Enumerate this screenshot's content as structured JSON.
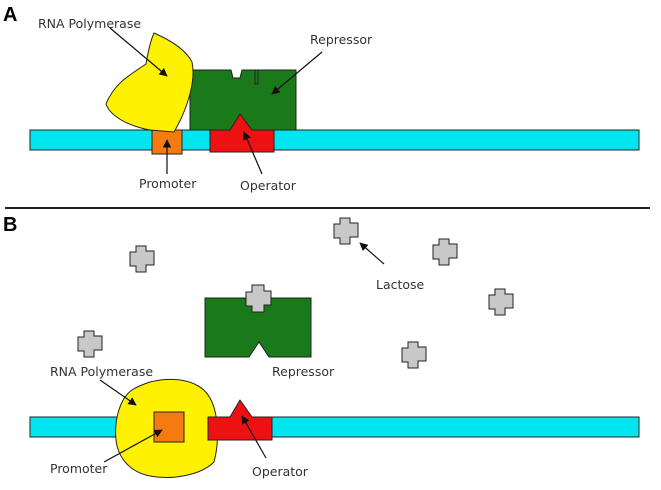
{
  "panels": [
    {
      "id": "A",
      "label": "A",
      "labels": {
        "rna_polymerase": "RNA Polymerase",
        "repressor": "Repressor",
        "promoter": "Promoter",
        "operator": "Operator"
      }
    },
    {
      "id": "B",
      "label": "B",
      "labels": {
        "lactose": "Lactose",
        "rna_polymerase": "RNA Polymerase",
        "repressor": "Repressor",
        "promoter": "Promoter",
        "operator": "Operator"
      }
    }
  ],
  "colors": {
    "dna": "#00e5f0",
    "promoter": "#f47b10",
    "operator": "#ee1111",
    "repressor": "#1a7a1a",
    "rna_polymerase": "#fff200",
    "lactose": "#c8c8c8",
    "divider": "#222222"
  }
}
